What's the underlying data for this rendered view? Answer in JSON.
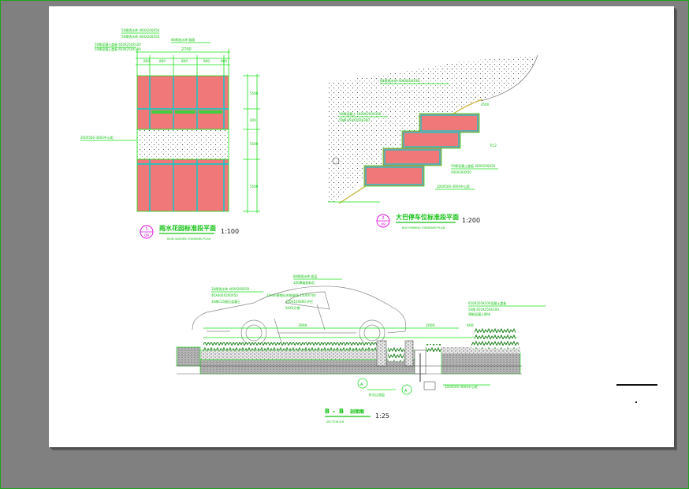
{
  "drawing": {
    "plan1": {
      "index_top": "1",
      "index_bottom": "09",
      "title": "雨水花园标准段平面",
      "scale": "1:100",
      "dims_top": [
        "2700"
      ],
      "dims_top_small": [
        "800",
        "800",
        "800",
        "800",
        "800"
      ]
    },
    "plan2": {
      "index_top": "2",
      "index_bottom": "09",
      "title": "大巴停车位标准段平面",
      "scale": "1:200"
    },
    "section": {
      "index_left": "B",
      "index_right": "B",
      "title": "剖面图",
      "scale": "1:25",
      "dims": [
        "3900",
        "2000",
        "600"
      ]
    }
  },
  "colors": {
    "background": "#808080",
    "paper": "#ffffff",
    "line_green": "#18e018",
    "hatch_red": "#f07878",
    "cyan": "#00d0d0",
    "magenta": "#e000e0"
  }
}
